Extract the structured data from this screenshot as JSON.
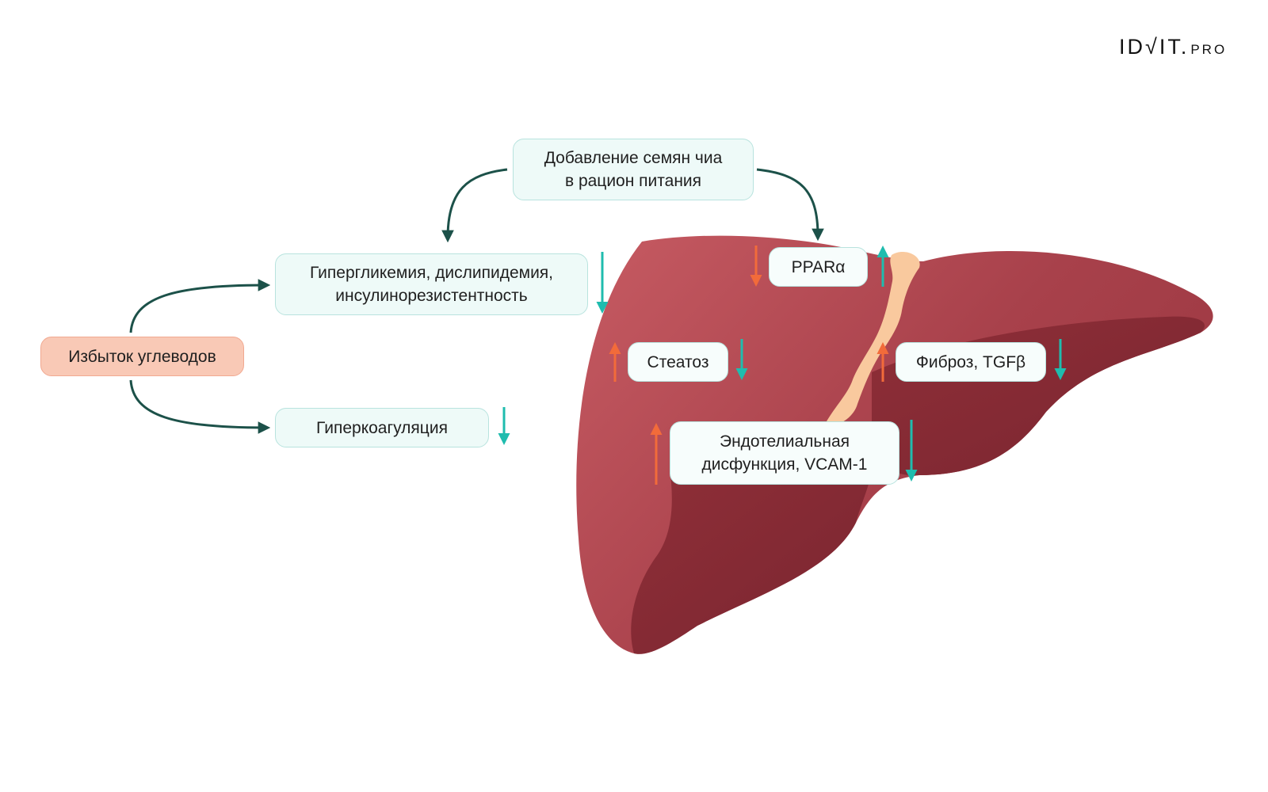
{
  "logo": {
    "main": "ID√IT.",
    "suffix": "PRO"
  },
  "nodes": {
    "chia": {
      "line1": "Добавление семян чиа",
      "line2": "в рацион питания"
    },
    "excess": {
      "label": "Избыток углеводов"
    },
    "hyperglycemia": {
      "line1": "Гипергликемия, дислипидемия,",
      "line2": "инсулинорезистентность"
    },
    "hypercoag": {
      "label": "Гиперкоагуляция"
    },
    "ppar": {
      "label": "PPARα"
    },
    "steatosis": {
      "label": "Стеатоз"
    },
    "fibrosis": {
      "label": "Фиброз, TGFβ"
    },
    "endothelial": {
      "line1": "Эндотелиальная",
      "line2": "дисфункция, VCAM-1"
    }
  },
  "colors": {
    "connector": "#1c5149",
    "increase": "#f26b3a",
    "decrease": "#1fbcae",
    "liver": "#b0454e",
    "liver_dark": "#8a2b34",
    "ligament": "#f9c99e"
  }
}
